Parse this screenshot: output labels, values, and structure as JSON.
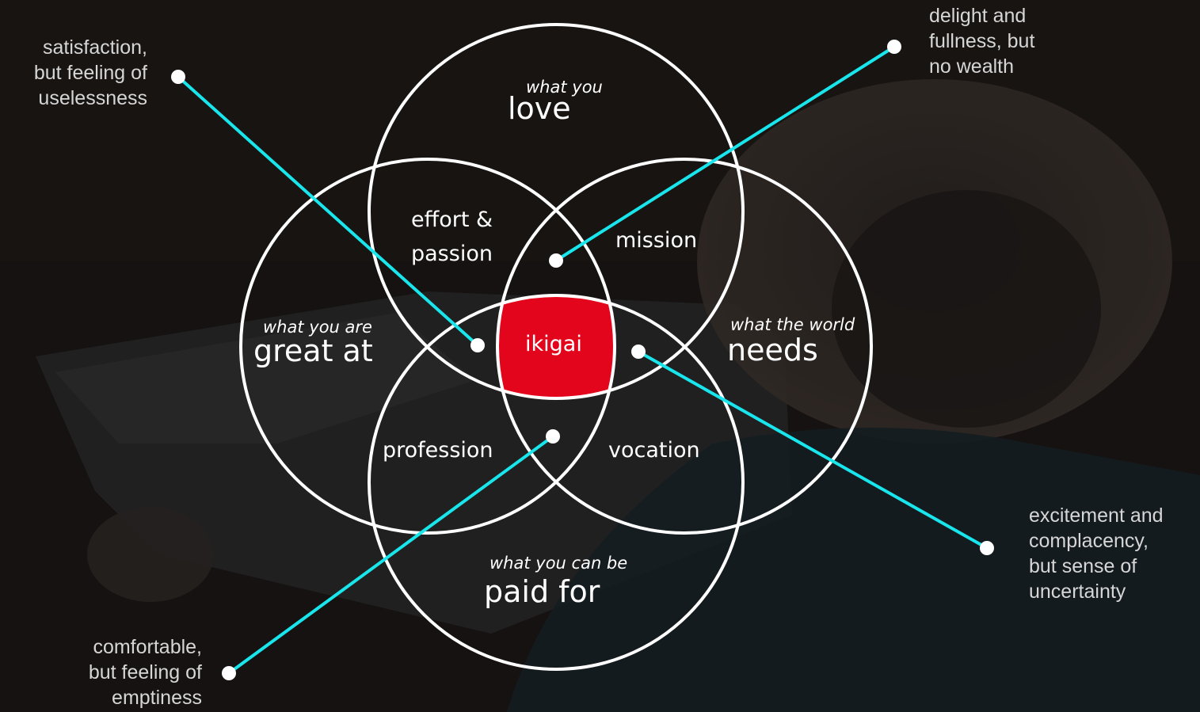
{
  "circles": {
    "love": {
      "prefix": "what you",
      "main": "love"
    },
    "great_at": {
      "prefix": "what you are",
      "main": "great at"
    },
    "needs": {
      "prefix": "what the world",
      "main": "needs"
    },
    "paid_for": {
      "prefix": "what you can be",
      "main": "paid for"
    }
  },
  "intersections": {
    "effort_passion_line1": "effort &",
    "effort_passion_line2": "passion",
    "mission": "mission",
    "profession": "profession",
    "vocation": "vocation",
    "ikigai": "ikigai"
  },
  "callouts": {
    "top_left": [
      "satisfaction,",
      "but feeling of",
      "uselessness"
    ],
    "top_right": [
      "delight and",
      "fullness, but",
      "no wealth"
    ],
    "bottom_right": [
      "excitement and",
      "complacency,",
      "but sense of",
      "uncertainty"
    ],
    "bottom_left": [
      "comfortable,",
      "but feeling of",
      "emptiness"
    ]
  },
  "colors": {
    "background": "#1b1715",
    "circle_stroke": "#ffffff",
    "ikigai_fill": "#e3051b",
    "connector": "#19e6ec",
    "note_text": "#d6d6d6"
  }
}
